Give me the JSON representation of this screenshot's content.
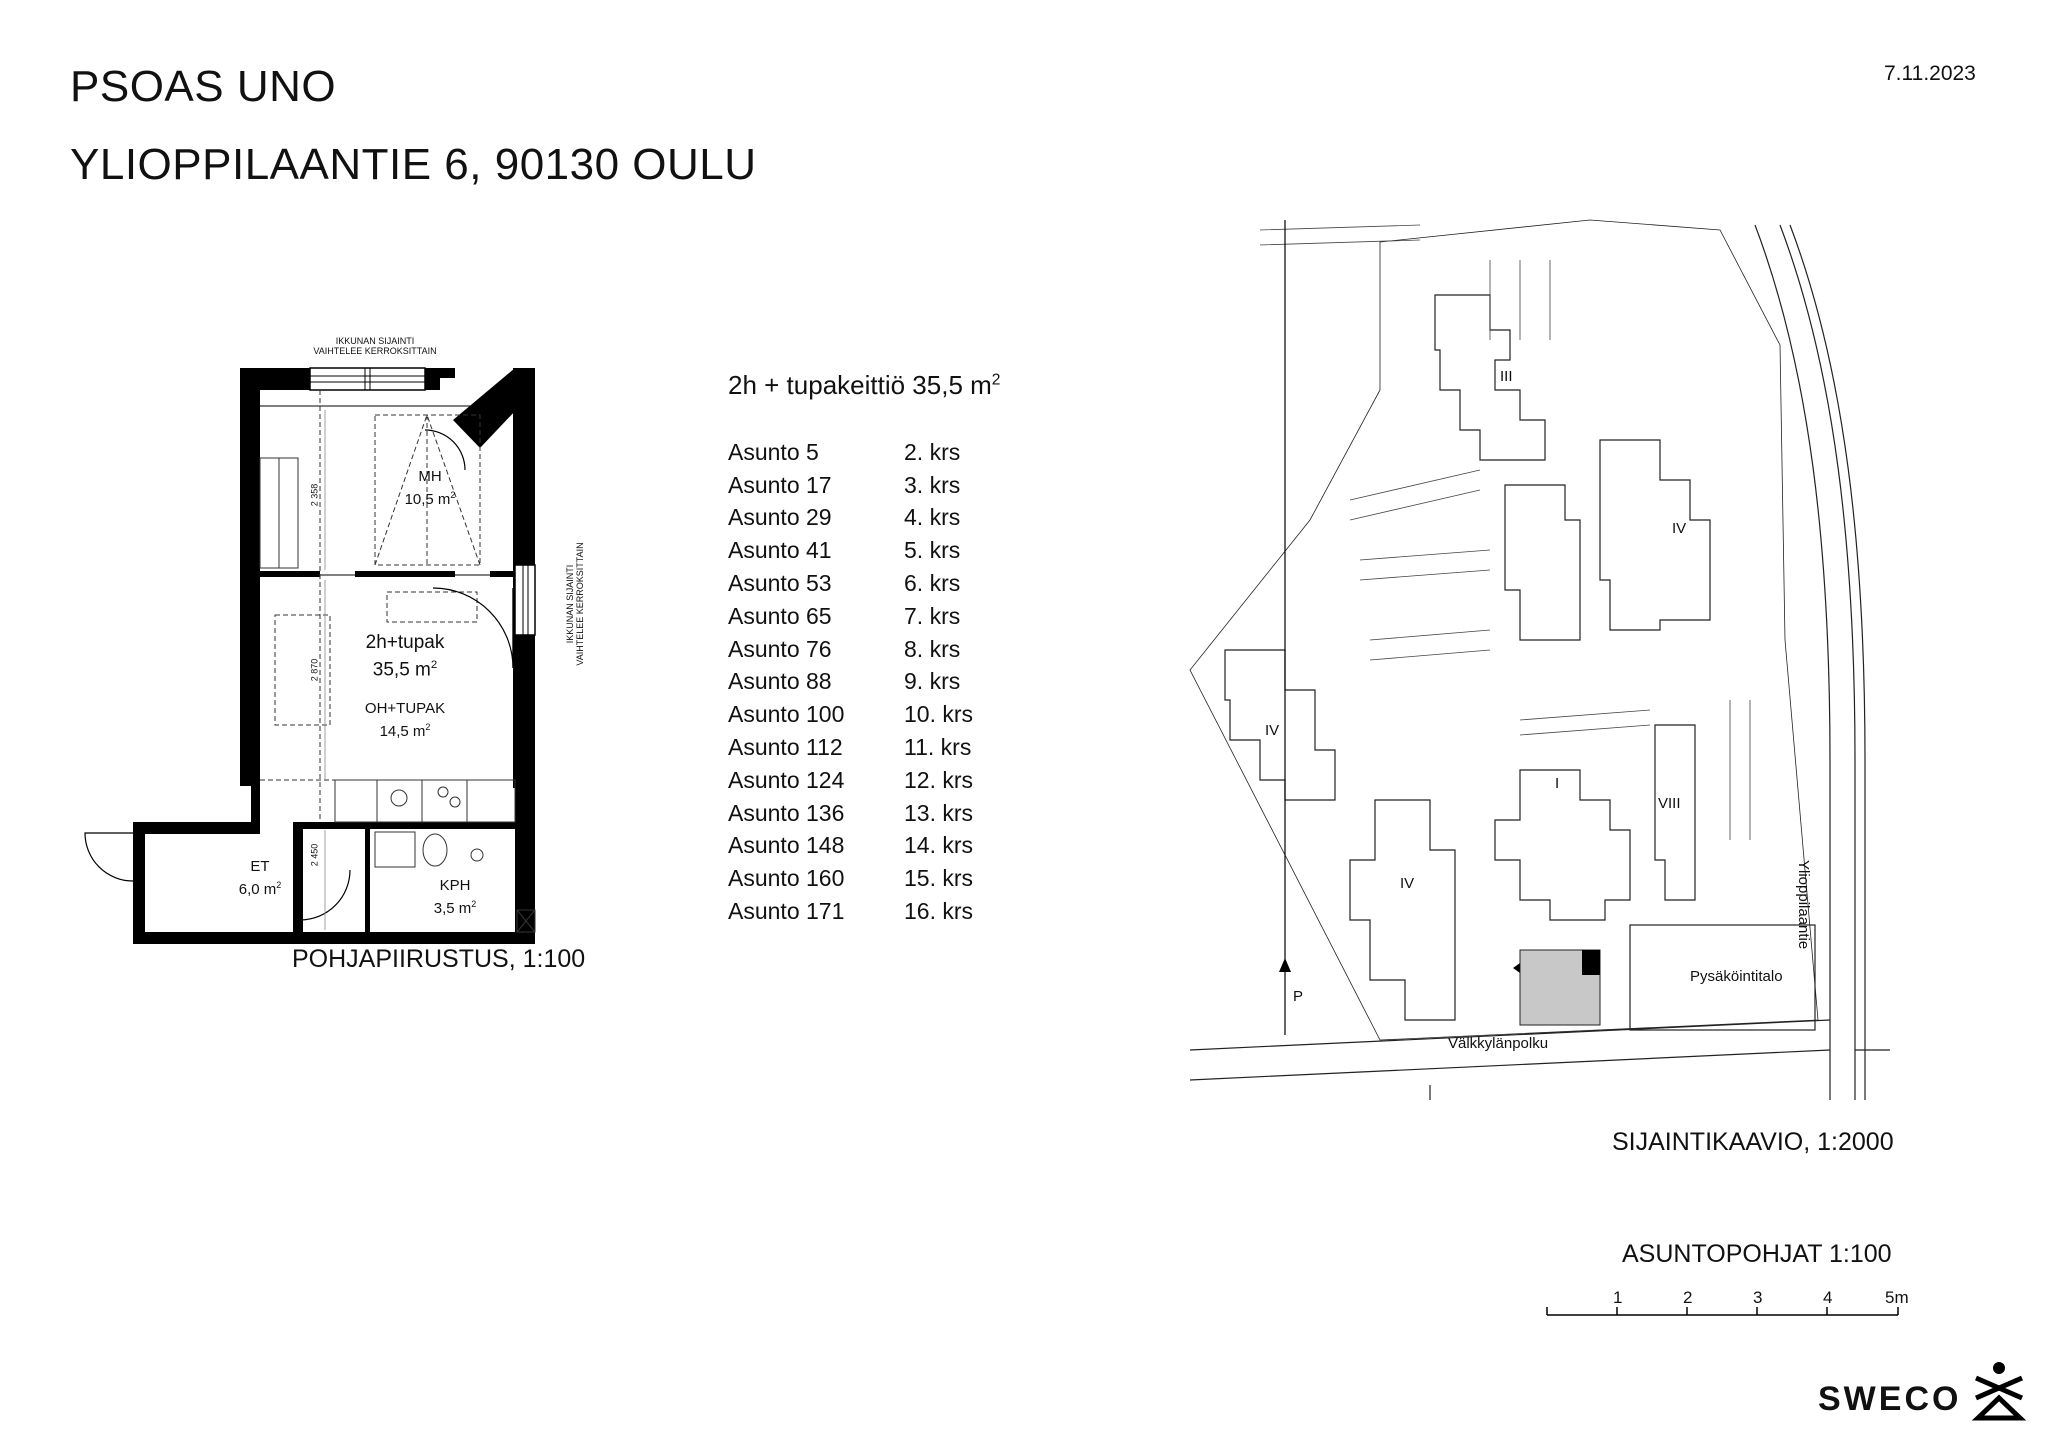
{
  "header": {
    "title_line1": "PSOAS UNO",
    "title_line2": "YLIOPPILAANTIE 6, 90130 OULU",
    "date": "7.11.2023"
  },
  "unit": {
    "type_prefix": "2h + tupakeittiö 35,5 m",
    "type_sup": "2"
  },
  "apartments": [
    {
      "name": "Asunto 5",
      "floor": "2. krs"
    },
    {
      "name": "Asunto 17",
      "floor": "3. krs"
    },
    {
      "name": "Asunto 29",
      "floor": "4. krs"
    },
    {
      "name": "Asunto 41",
      "floor": "5. krs"
    },
    {
      "name": "Asunto 53",
      "floor": "6. krs"
    },
    {
      "name": "Asunto 65",
      "floor": "7. krs"
    },
    {
      "name": "Asunto 76",
      "floor": "8. krs"
    },
    {
      "name": "Asunto 88",
      "floor": "9. krs"
    },
    {
      "name": "Asunto 100",
      "floor": "10. krs"
    },
    {
      "name": "Asunto 112",
      "floor": "11. krs"
    },
    {
      "name": "Asunto 124",
      "floor": "12. krs"
    },
    {
      "name": "Asunto 136",
      "floor": "13. krs"
    },
    {
      "name": "Asunto 148",
      "floor": "14. krs"
    },
    {
      "name": "Asunto 160",
      "floor": "15. krs"
    },
    {
      "name": "Asunto 171",
      "floor": "16. krs"
    }
  ],
  "floorplan": {
    "caption": "POHJAPIIRUSTUS, 1:100",
    "window_note_top_1": "IKKUNAN SIJAINTI",
    "window_note_top_2": "VAIHTELEE KERROKSITTAIN",
    "window_note_side_1": "IKKUNAN SIJAINTI",
    "window_note_side_2": "VAIHTELEE KERROKSITTAIN",
    "rooms": {
      "mh": {
        "name": "MH",
        "area": "10,5 m",
        "sup": "2"
      },
      "apt": {
        "name": "2h+tupak",
        "area": "35,5 m",
        "sup": "2"
      },
      "oh": {
        "name": "OH+TUPAK",
        "area": "14,5 m",
        "sup": "2"
      },
      "et": {
        "name": "ET",
        "area": "6,0 m",
        "sup": "2"
      },
      "kph": {
        "name": "KPH",
        "area": "3,5 m",
        "sup": "2"
      }
    },
    "dims": {
      "d1": "2 358",
      "d2": "2 870",
      "d3": "2 450"
    }
  },
  "sitemap": {
    "caption": "SIJAINTIKAAVIO, 1:2000",
    "street_right": "Ylioppilaantie",
    "street_bottom": "Välkkylänpolku",
    "parking_building": "Pysäköintitalo",
    "north_label": "P",
    "buildings": {
      "b_iii": "III",
      "b_iv_top": "IV",
      "b_iv_left": "IV",
      "b_iv_bottom": "IV",
      "b_i": "I",
      "b_viii": "VIII"
    }
  },
  "scale": {
    "caption": "ASUNTOPOHJAT 1:100",
    "ticks": [
      "1",
      "2",
      "3",
      "4",
      "5m"
    ]
  },
  "logo": {
    "text": "SWECO"
  }
}
